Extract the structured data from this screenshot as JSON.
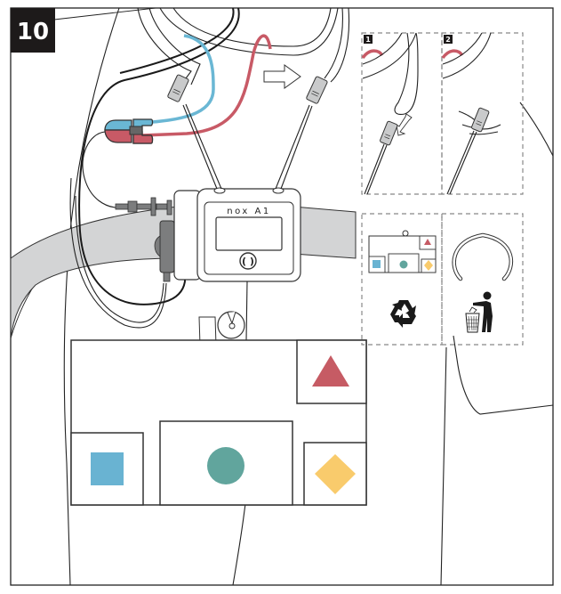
{
  "step": {
    "number": "10"
  },
  "device": {
    "label": "nox A1"
  },
  "panels": [
    {
      "number": "1",
      "caption_icon": "sensor-removal-step"
    },
    {
      "number": "2",
      "caption_icon": "sensor-attached-step"
    }
  ],
  "disposal": {
    "recycle_icon": "recycle-icon",
    "trash_icon": "trash-person-icon"
  },
  "case_shapes": {
    "triangle": {
      "color": "#c65b64"
    },
    "square": {
      "color": "#69b3d2"
    },
    "circle": {
      "color": "#61a59d"
    },
    "diamond": {
      "color": "#f9cb6c"
    }
  },
  "colors": {
    "cable_blue": "#6ab7d4",
    "cable_red": "#c85a66",
    "belt": "#d3d4d5",
    "sensor_gray": "#c9cacb",
    "dark_gray": "#7c7d7e",
    "badge_bg": "#1d1a1a"
  }
}
